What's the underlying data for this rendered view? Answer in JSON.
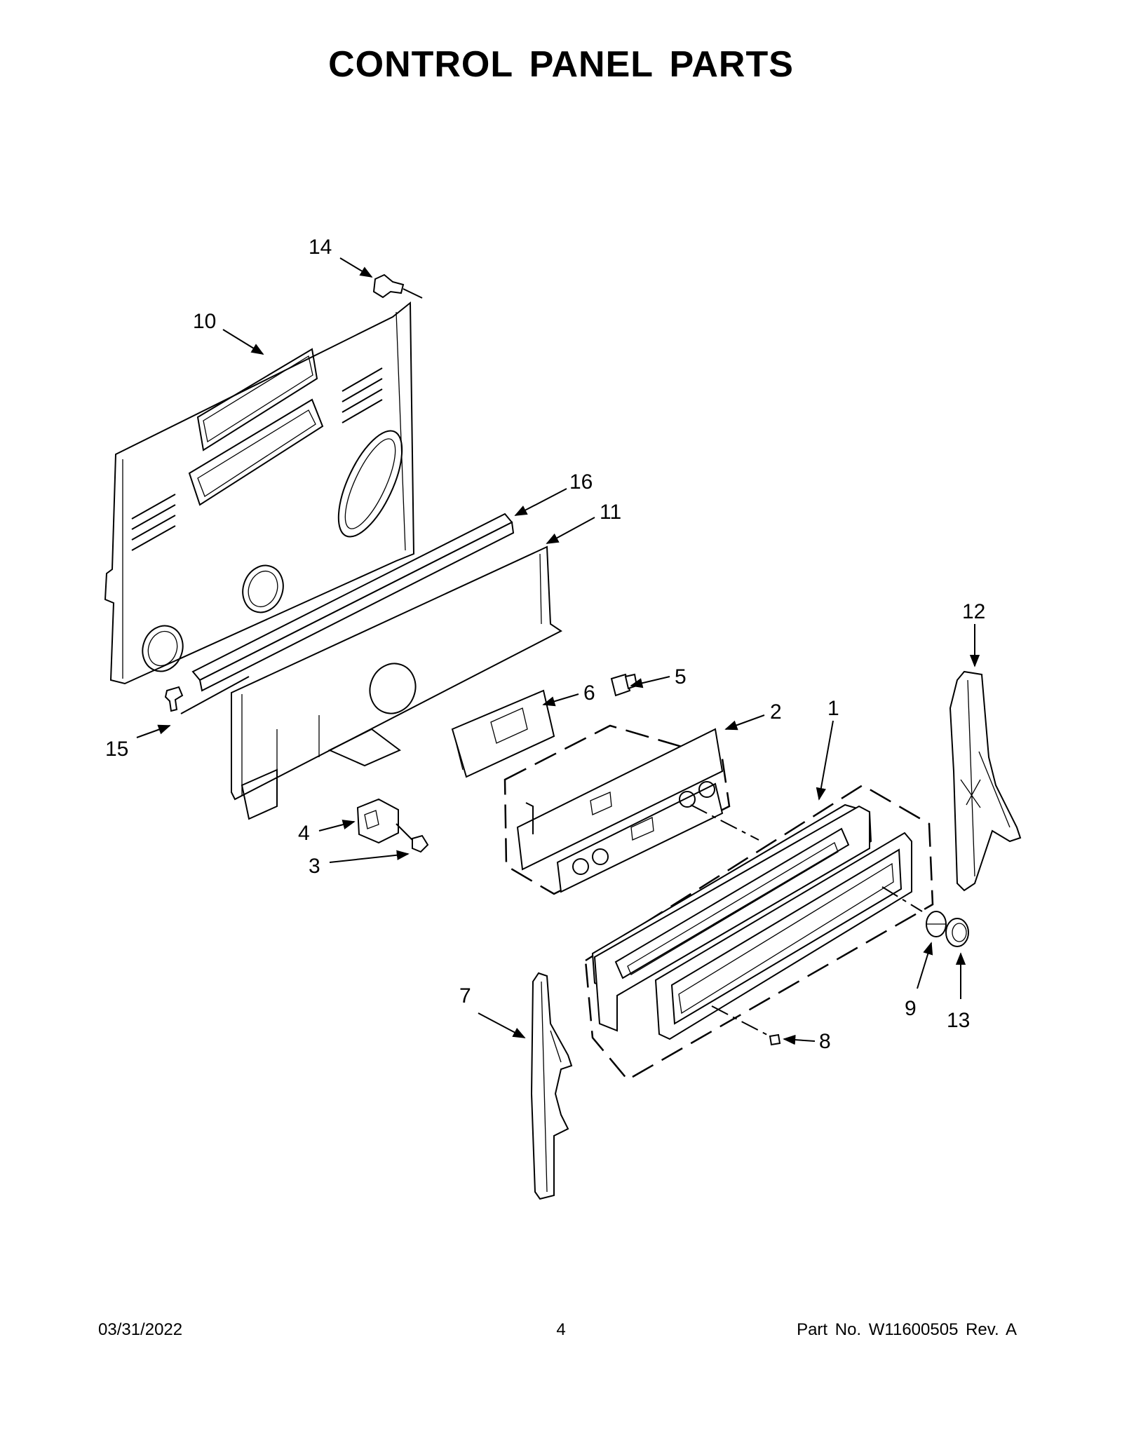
{
  "page": {
    "title": "CONTROL PANEL PARTS",
    "footer": {
      "date": "03/31/2022",
      "page_number": "4",
      "part_number": "Part No.  W11600505  Rev.  A"
    }
  },
  "callouts": [
    {
      "id": "1",
      "label": "1"
    },
    {
      "id": "2",
      "label": "2"
    },
    {
      "id": "3",
      "label": "3"
    },
    {
      "id": "4",
      "label": "4"
    },
    {
      "id": "5",
      "label": "5"
    },
    {
      "id": "6",
      "label": "6"
    },
    {
      "id": "7",
      "label": "7"
    },
    {
      "id": "8",
      "label": "8"
    },
    {
      "id": "9",
      "label": "9"
    },
    {
      "id": "10",
      "label": "10"
    },
    {
      "id": "11",
      "label": "11"
    },
    {
      "id": "12",
      "label": "12"
    },
    {
      "id": "13",
      "label": "13"
    },
    {
      "id": "14",
      "label": "14"
    },
    {
      "id": "15",
      "label": "15"
    },
    {
      "id": "16",
      "label": "16"
    }
  ]
}
